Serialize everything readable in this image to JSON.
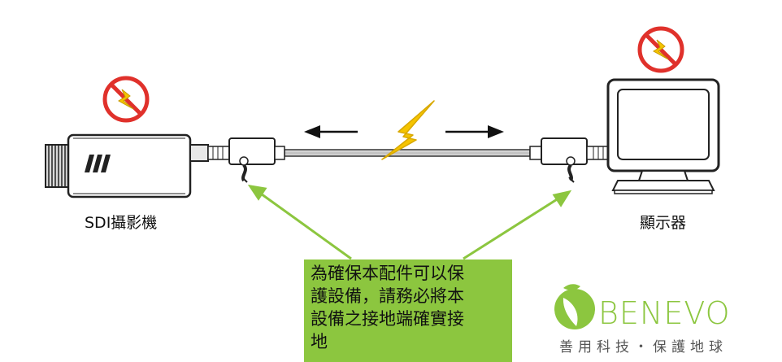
{
  "labels": {
    "camera": "SDI攝影機",
    "monitor": "顯示器"
  },
  "note": {
    "lines": [
      "為確保本配件可以保",
      "護設備，請務必將本",
      "設備之接地端確實接",
      "地"
    ]
  },
  "brand": {
    "name": "BENEVO",
    "slogan": "善用科技・保護地球"
  },
  "colors": {
    "accent_green": "#8cc63f",
    "prohibit_red": "#e0312b",
    "lightning_yellow": "#f5c400"
  }
}
